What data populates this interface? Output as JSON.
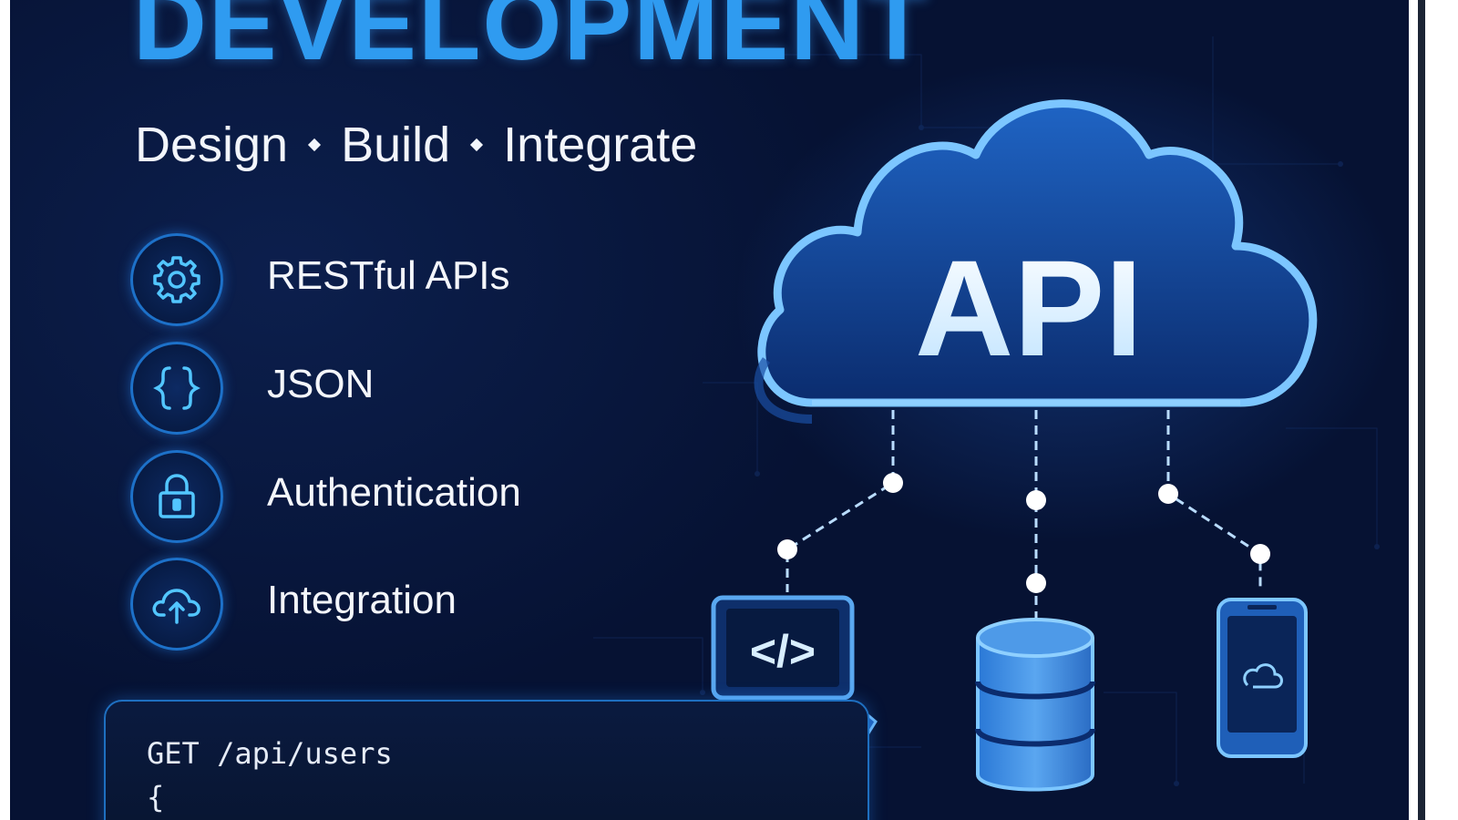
{
  "title": "DEVELOPMENT",
  "tagline": {
    "part1": "Design",
    "part2": "Build",
    "part3": "Integrate"
  },
  "features": [
    {
      "label": "RESTful APIs",
      "icon": "gear-icon"
    },
    {
      "label": "JSON",
      "icon": "curly-braces-icon"
    },
    {
      "label": "Authentication",
      "icon": "lock-icon"
    },
    {
      "label": "Integration",
      "icon": "cloud-upload-icon"
    }
  ],
  "cloud": {
    "label": "API"
  },
  "code": {
    "line1": "GET /api/users",
    "line2": "{"
  },
  "devices": {
    "laptop_glyph": "</>",
    "laptop_icon": "laptop-icon",
    "database_icon": "database-icon",
    "phone_icon": "phone-icon"
  },
  "colors": {
    "background": "#06122f",
    "accent": "#2f9bf0",
    "text": "#f4f6fb",
    "glow": "#5ab8ff"
  }
}
